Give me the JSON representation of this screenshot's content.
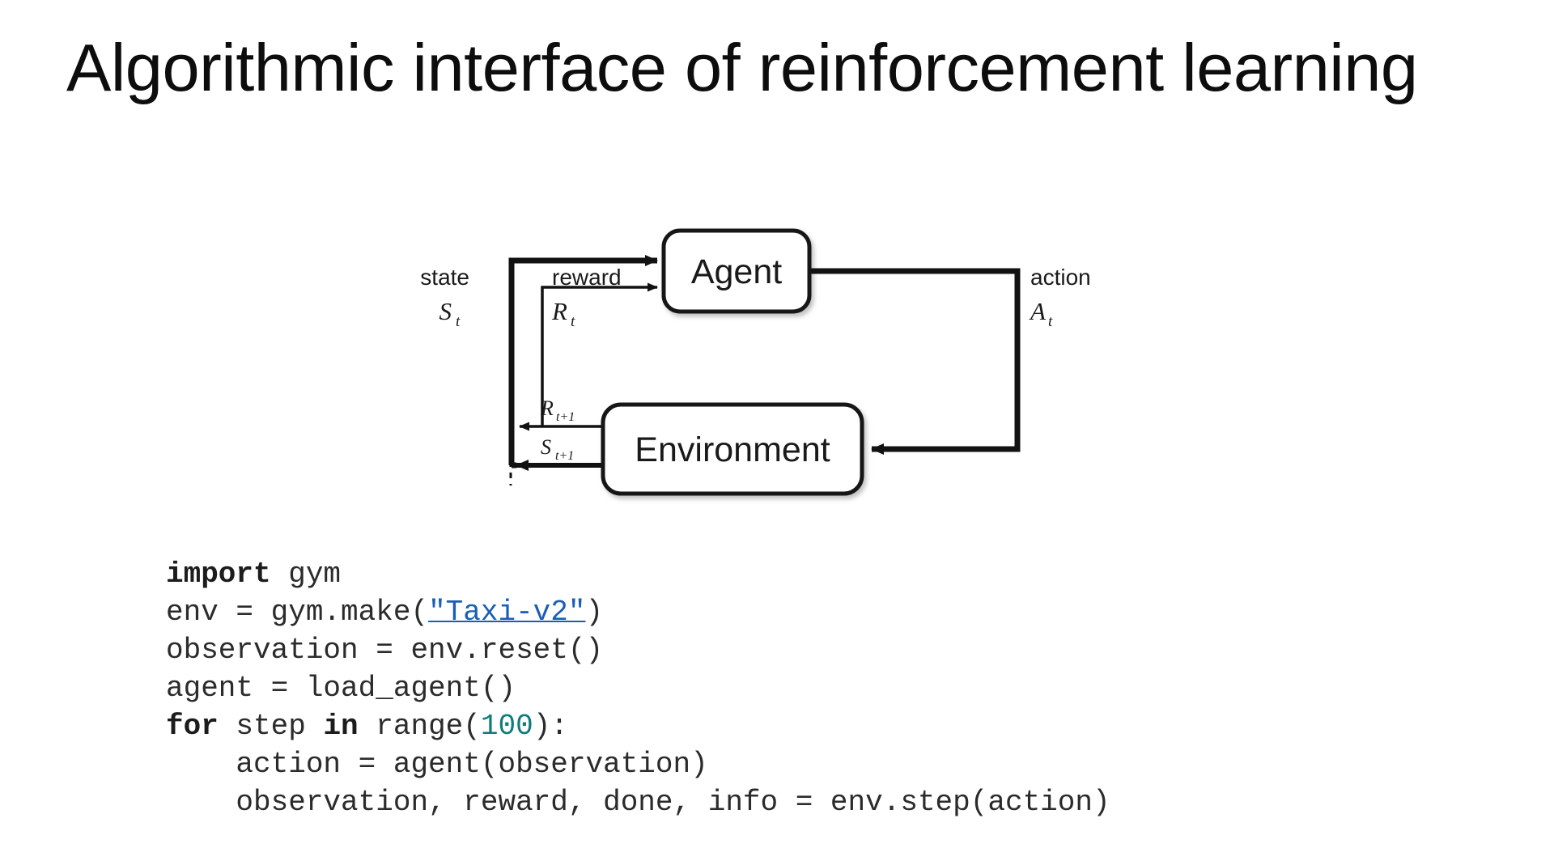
{
  "slide": {
    "title": "Algorithmic interface of reinforcement learning",
    "background_color": "#ffffff",
    "text_color": "#0d0d0d"
  },
  "diagram": {
    "name": "reinforcement-learning-agent-environment-loop",
    "boxes": [
      {
        "id": "agent",
        "label": "Agent"
      },
      {
        "id": "environment",
        "label": "Environment"
      }
    ],
    "edge_labels": {
      "state_word": "state",
      "state_symbol": "S",
      "state_subscript": "t",
      "reward_word": "reward",
      "reward_symbol": "R",
      "reward_subscript": "t",
      "action_word": "action",
      "action_symbol": "A",
      "action_subscript": "t",
      "next_reward_symbol": "R",
      "next_reward_subscript": "t+1",
      "next_state_symbol": "S",
      "next_state_subscript": "t+1"
    },
    "stroke_color": "#121212"
  },
  "code": {
    "language": "python",
    "link_color": "#1a5fb4",
    "number_color": "#0e7c7b",
    "text_color": "#2b2b2b",
    "lines": [
      {
        "id": "l1",
        "tokens": [
          {
            "t": "import",
            "s": "kw"
          },
          {
            "t": " gym",
            "s": ""
          }
        ]
      },
      {
        "id": "l2",
        "tokens": [
          {
            "t": "env = gym.make(",
            "s": ""
          },
          {
            "t": "\"Taxi-v2\"",
            "s": "lnk"
          },
          {
            "t": ")",
            "s": ""
          }
        ]
      },
      {
        "id": "l3",
        "tokens": [
          {
            "t": "observation = env.reset()",
            "s": ""
          }
        ]
      },
      {
        "id": "l4",
        "tokens": [
          {
            "t": "agent = load_agent()",
            "s": ""
          }
        ]
      },
      {
        "id": "l5",
        "tokens": [
          {
            "t": "for",
            "s": "kw"
          },
          {
            "t": " step ",
            "s": ""
          },
          {
            "t": "in",
            "s": "kw"
          },
          {
            "t": " range(",
            "s": ""
          },
          {
            "t": "100",
            "s": "num"
          },
          {
            "t": "):",
            "s": ""
          }
        ]
      },
      {
        "id": "l6",
        "tokens": [
          {
            "t": "    action = agent(observation)",
            "s": ""
          }
        ]
      },
      {
        "id": "l7",
        "tokens": [
          {
            "t": "    observation, reward, done, info = env.step(action)",
            "s": ""
          }
        ]
      }
    ]
  }
}
